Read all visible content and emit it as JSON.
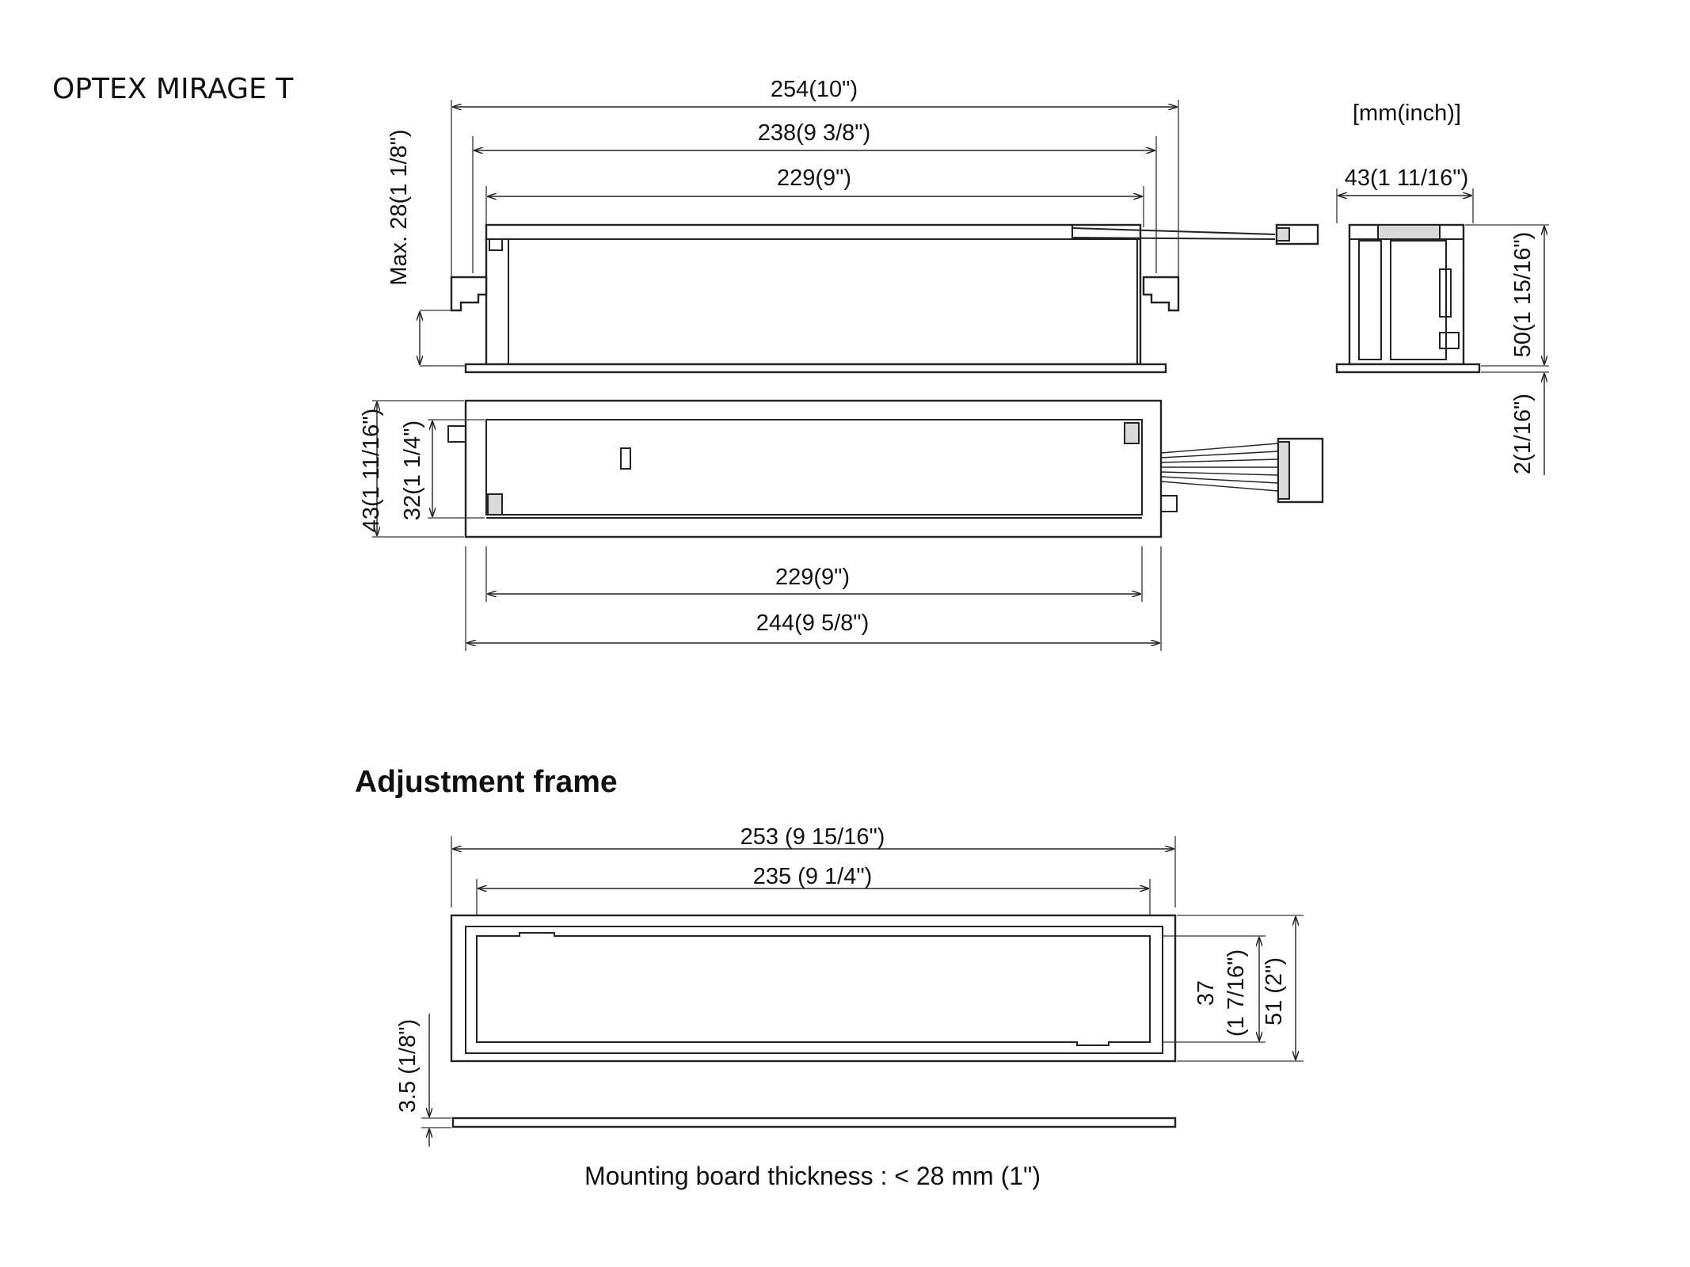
{
  "product_title": "OPTEX MIRAGE T",
  "units_note": "[mm(inch)]",
  "main_unit": {
    "dimensions": {
      "overall_width": "254(10\")",
      "flange_width": "238(9 3/8\")",
      "body_width_top": "229(9\")",
      "max_height": "Max. 28(1 1/8\")",
      "side_width": "43(1 11/16\")",
      "side_height": "50(1 15/16\")",
      "base_thickness": "2(1/16\")",
      "plan_depth": "43(1 11/16\")",
      "plan_inner_depth": "32(1 1/4\")",
      "body_width_bottom": "229(9\")",
      "plan_width": "244(9 5/8\")"
    }
  },
  "adjustment_frame": {
    "heading": "Adjustment frame",
    "dimensions": {
      "outer_width": "253 (9 15/16\")",
      "inner_width": "235 (9 1/4\")",
      "inner_height_value": "37",
      "inner_height_inch": "(1 7/16\")",
      "outer_height": "51 (2\")",
      "thickness": "3.5 (1/8\")"
    },
    "note": "Mounting board thickness : < 28 mm (1\")"
  }
}
